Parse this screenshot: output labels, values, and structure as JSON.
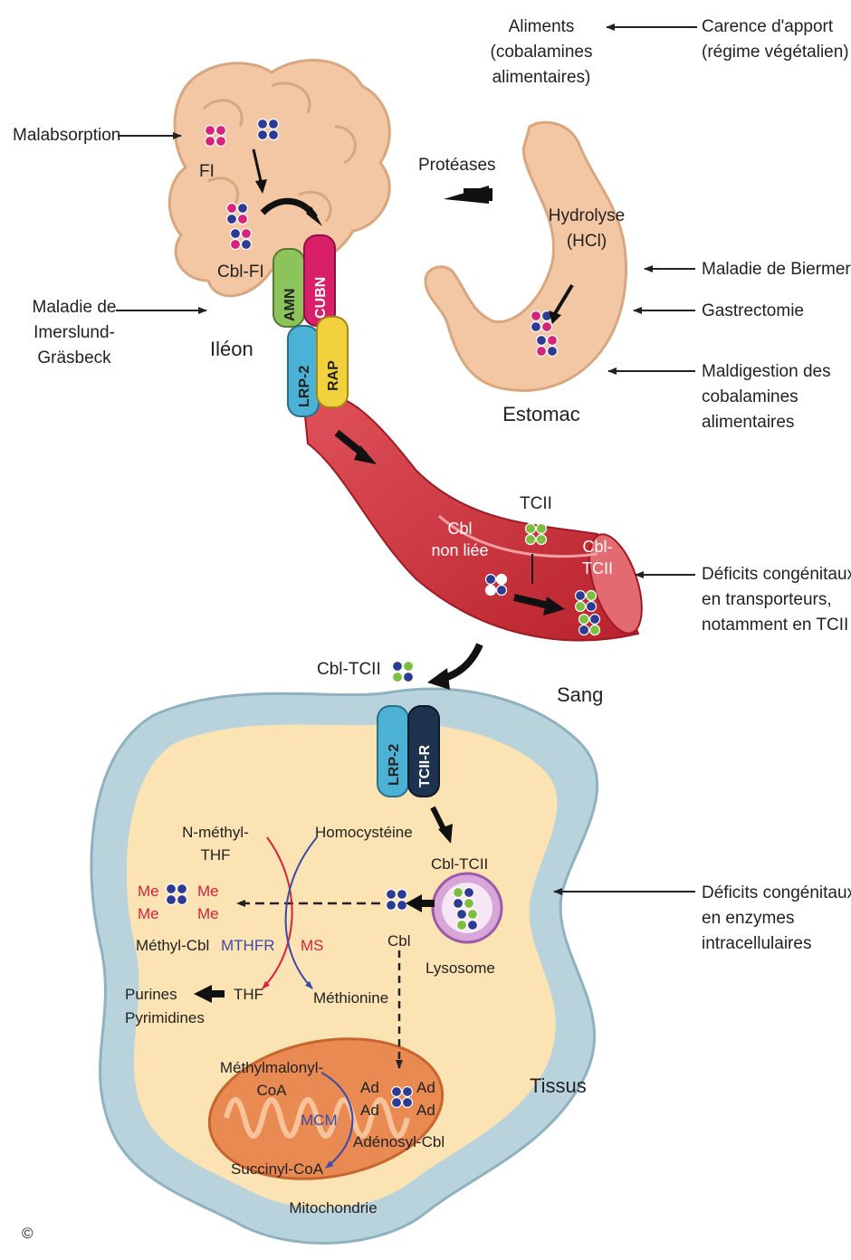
{
  "labels": {
    "aliments_1": "Aliments",
    "aliments_2": "(cobalamines",
    "aliments_3": "alimentaires)",
    "carence_1": "Carence d'apport",
    "carence_2": "(régime végétalien)",
    "malabsorption": "Malabsorption",
    "fi": "FI",
    "cbl_fi": "Cbl-FI",
    "proteases": "Protéases",
    "hydrolyse_1": "Hydrolyse",
    "hydrolyse_2": "(HCl)",
    "maladie_biermer": "Maladie de Biermer",
    "gastrectomie": "Gastrectomie",
    "maldigestion_1": "Maldigestion des",
    "maldigestion_2": "cobalamines",
    "maldigestion_3": "alimentaires",
    "estomac": "Estomac",
    "imerslund_1": "Maladie de",
    "imerslund_2": "Imerslund-",
    "imerslund_3": "Gräsbeck",
    "ileon": "Iléon",
    "amn": "AMN",
    "cubn": "CUBN",
    "lrp2_top": "LRP-2",
    "rap": "RAP",
    "tcii": "TCII",
    "cbl_non_liee_1": "Cbl",
    "cbl_non_liee_2": "non liée",
    "cbl_tcii_vessel_1": "Cbl-",
    "cbl_tcii_vessel_2": "TCII",
    "deficits_transport_1": "Déficits congénitaux",
    "deficits_transport_2": "en transporteurs,",
    "deficits_transport_3": "notamment en TCII",
    "cbl_tcii_top": "Cbl-TCII",
    "sang": "Sang",
    "lrp2_cell": "LRP-2",
    "tcii_r": "TCII-R",
    "n_methyl_1": "N-méthyl-",
    "n_methyl_2": "THF",
    "homocysteine": "Homocystéine",
    "cbl_tcii_lyso": "Cbl-TCII",
    "me": "Me",
    "methyl_cbl": "Méthyl-Cbl",
    "mthfr": "MTHFR",
    "ms": "MS",
    "cbl": "Cbl",
    "lysosome": "Lysosome",
    "deficits_enzymes_1": "Déficits congénitaux",
    "deficits_enzymes_2": "en enzymes",
    "deficits_enzymes_3": "intracellulaires",
    "purines": "Purines",
    "pyrimidines": "Pyrimidines",
    "thf": "THF",
    "methionine": "Méthionine",
    "methylmalonyl_1": "Méthylmalonyl-",
    "methylmalonyl_2": "CoA",
    "mcm": "MCM",
    "ad": "Ad",
    "adenosyl_cbl": "Adénosyl-Cbl",
    "succinyl": "Succinyl-CoA",
    "tissus": "Tissus",
    "mitochondrie": "Mitochondrie",
    "copyright": "©"
  },
  "colors": {
    "gut": "#f3c7a3",
    "vessel": "#c8323a",
    "cell_membrane": "#b9d3dc",
    "cytoplasm": "#fbe3b4",
    "mitochondria": "#e98a52",
    "amn": "#8cc35a",
    "cubn": "#d81f68",
    "lrp2": "#4bb2d6",
    "rap": "#f2d23c",
    "tcii_r": "#1d3350",
    "dot_pink": "#d8237a",
    "dot_blue": "#2e3b93",
    "dot_green": "#7cbe3f"
  }
}
